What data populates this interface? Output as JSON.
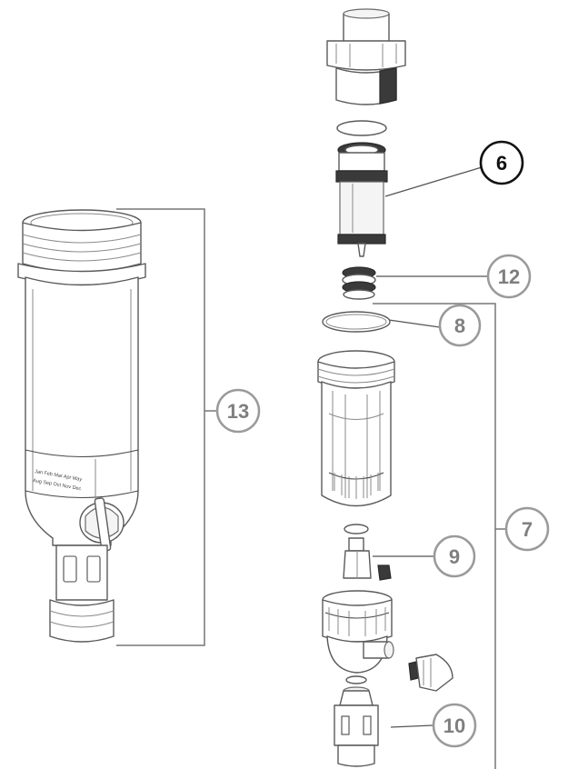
{
  "callouts": [
    {
      "id": "part-6",
      "label": "6",
      "emphasis": true
    },
    {
      "id": "part-12",
      "label": "12",
      "emphasis": false
    },
    {
      "id": "part-8",
      "label": "8",
      "emphasis": false
    },
    {
      "id": "part-7",
      "label": "7",
      "emphasis": false
    },
    {
      "id": "part-9",
      "label": "9",
      "emphasis": false
    },
    {
      "id": "part-10",
      "label": "10",
      "emphasis": false
    },
    {
      "id": "part-13",
      "label": "13",
      "emphasis": false
    }
  ],
  "housing_label": {
    "line1": "Jan Feb Mar Apr May",
    "line2": "Aug Sep Oct Nov Dec"
  },
  "colors": {
    "callout_emphasis": "#111111",
    "callout_normal": "#9a9a9a",
    "line": "#5a5a5a"
  }
}
